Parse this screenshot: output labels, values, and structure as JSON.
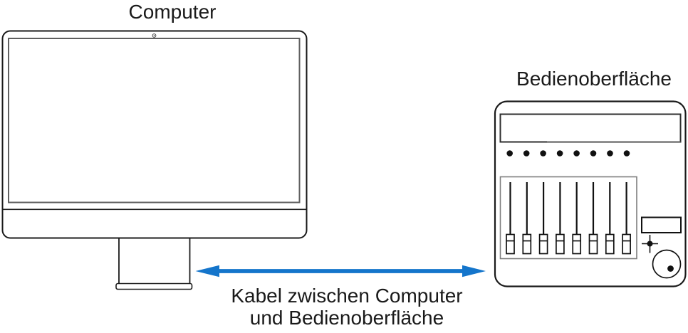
{
  "page": {
    "type": "diagram",
    "background": "#ffffff"
  },
  "labels": {
    "computer": "Computer",
    "control_surface": "Bedienoberfläche",
    "cable_line1": "Kabel zwischen Computer",
    "cable_line2": "und Bedienoberfläche"
  },
  "colors": {
    "outline": "#1a1a1a",
    "screen_border": "#5f5f5f",
    "panel_border": "#7d7d7d",
    "display_border": "#2e2e2e",
    "display_border_shade": "#8c8c8c",
    "arrow": "#1475cb",
    "text": "#1a1a1a",
    "background": "#ffffff"
  },
  "control_surface": {
    "knob_count": 8,
    "fader_count": 8,
    "has_display": true,
    "has_jog_wheel": true,
    "has_crosshair_control": true
  }
}
